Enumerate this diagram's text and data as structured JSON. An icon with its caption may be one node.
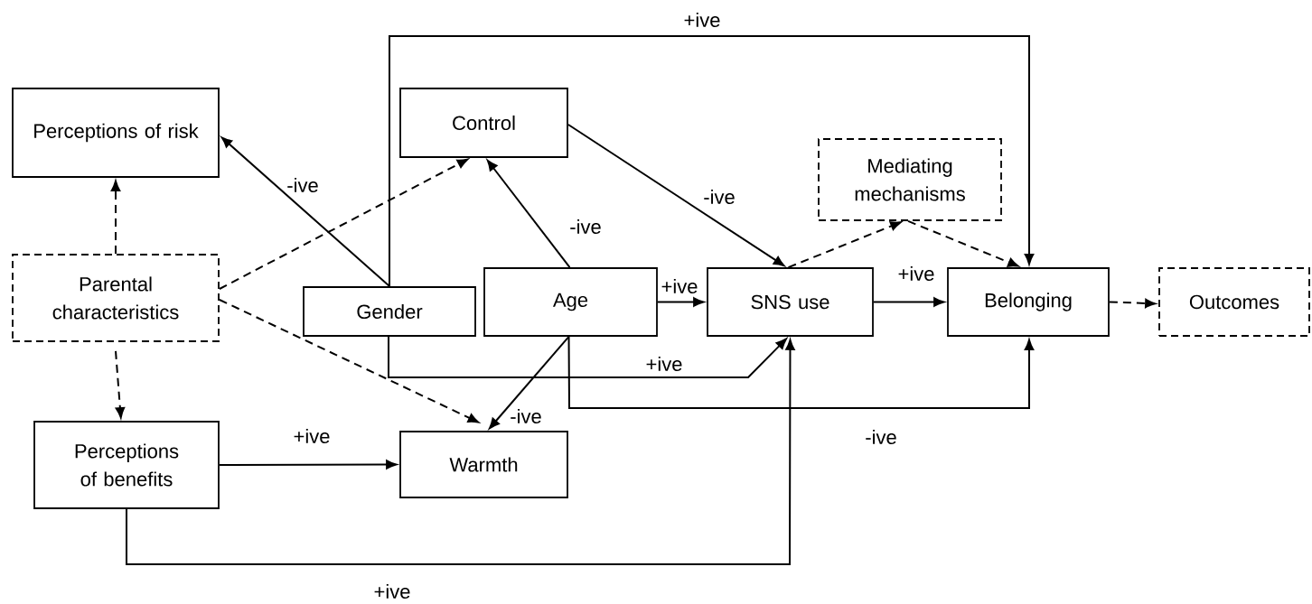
{
  "diagram": {
    "nodes": [
      {
        "text": [
          "Perceptions of risk"
        ]
      },
      {
        "text": [
          "Control"
        ]
      },
      {
        "text": [
          "Mediating mechanisms"
        ]
      },
      {
        "text": [
          "Parental characteristics"
        ]
      },
      {
        "text": [
          "Gender"
        ]
      },
      {
        "text": [
          "Age"
        ]
      },
      {
        "text": [
          "SNS use"
        ]
      },
      {
        "text": [
          "Belonging"
        ]
      },
      {
        "text": [
          "Outcomes"
        ]
      },
      {
        "text": [
          "Perceptions of benefits"
        ]
      },
      {
        "text": [
          "Warmth"
        ]
      }
    ],
    "edges": [
      {
        "from": 4,
        "to": 0,
        "arrow": "to",
        "label": "-ive"
      },
      {
        "from": 3,
        "to": 1,
        "arrow": "to",
        "style": "dashed"
      },
      {
        "from": 5,
        "to": 1,
        "arrow": "to",
        "label": "-ive"
      },
      {
        "from": 1,
        "to": 6,
        "arrow": "to",
        "label": "-ive"
      },
      {
        "from": 6,
        "to": 2,
        "arrow": "to",
        "style": "dashed"
      },
      {
        "from": 2,
        "to": 7,
        "arrow": "to",
        "style": "dashed"
      },
      {
        "from": 4,
        "to": 7,
        "arrow": "to",
        "label": "+ive"
      },
      {
        "from": 5,
        "to": 6,
        "arrow": "to",
        "label": "+ive"
      },
      {
        "from": 6,
        "to": 7,
        "arrow": "to",
        "label": "+ive"
      },
      {
        "from": 7,
        "to": 8,
        "arrow": "to",
        "style": "dashed"
      },
      {
        "from": 3,
        "to": 0,
        "arrow": "to",
        "style": "dashed"
      },
      {
        "from": 3,
        "to": 9,
        "arrow": "to",
        "style": "dashed"
      },
      {
        "from": 3,
        "to": 10,
        "arrow": "to",
        "style": "dashed"
      },
      {
        "from": 5,
        "to": 10,
        "arrow": "to",
        "label": "-ive"
      },
      {
        "from": 4,
        "to": 6,
        "arrow": "to",
        "label": "+ive"
      },
      {
        "from": 5,
        "to": 7,
        "arrow": "to",
        "label": "-ive"
      },
      {
        "from": 9,
        "to": 10,
        "arrow": "to",
        "label": "+ive"
      },
      {
        "from": 9,
        "to": 6,
        "arrow": "to",
        "label": "+ive"
      }
    ]
  }
}
